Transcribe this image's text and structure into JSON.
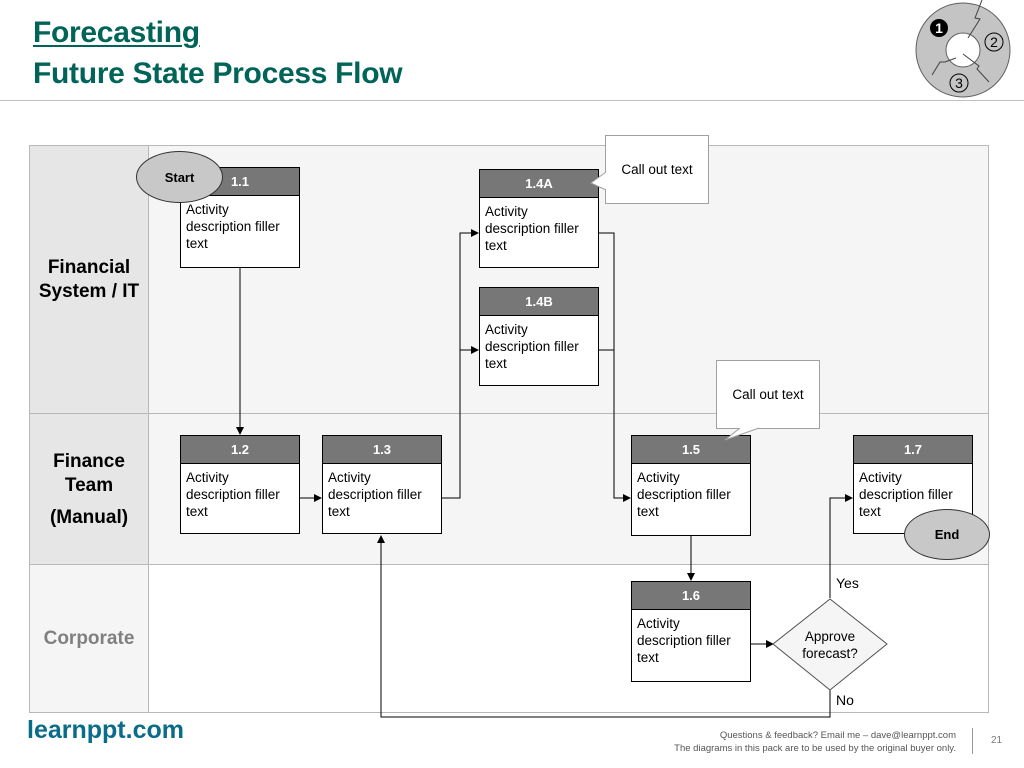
{
  "header": {
    "title": "Forecasting",
    "subtitle": "Future State Process Flow",
    "cycle_icon": {
      "steps": [
        "1",
        "2",
        "3"
      ],
      "active_step": "1"
    }
  },
  "lanes": [
    {
      "label_lines": [
        "Financial",
        "System / IT"
      ],
      "color": "#000000"
    },
    {
      "label_lines": [
        "Finance",
        "Team",
        "(Manual)"
      ],
      "color": "#000000"
    },
    {
      "label_lines": [
        "Corporate"
      ],
      "color": "#808080"
    }
  ],
  "activities": [
    {
      "id": "1.1",
      "text": "Activity description filler text"
    },
    {
      "id": "1.2",
      "text": "Activity description filler text"
    },
    {
      "id": "1.3",
      "text": "Activity description filler text"
    },
    {
      "id": "1.4A",
      "text": "Activity description filler text"
    },
    {
      "id": "1.4B",
      "text": "Activity description filler text"
    },
    {
      "id": "1.5",
      "text": "Activity description filler text"
    },
    {
      "id": "1.6",
      "text": "Activity description filler text"
    },
    {
      "id": "1.7",
      "text": "Activity description filler text"
    }
  ],
  "terminals": {
    "start": "Start",
    "end": "End"
  },
  "callouts": [
    "Call out text",
    "Call out text"
  ],
  "decision": {
    "text": "Approve forecast?",
    "yes": "Yes",
    "no": "No"
  },
  "footer": {
    "logo": "learnppt.com",
    "line1": "Questions & feedback?  Email me – dave@learnppt.com",
    "line2": "The diagrams in this pack are to be used by the original buyer only.",
    "page": "21"
  },
  "colors": {
    "title": "#006458",
    "logo": "#0a6b8a",
    "box_header": "#777777",
    "terminal": "#c8c8c8"
  }
}
